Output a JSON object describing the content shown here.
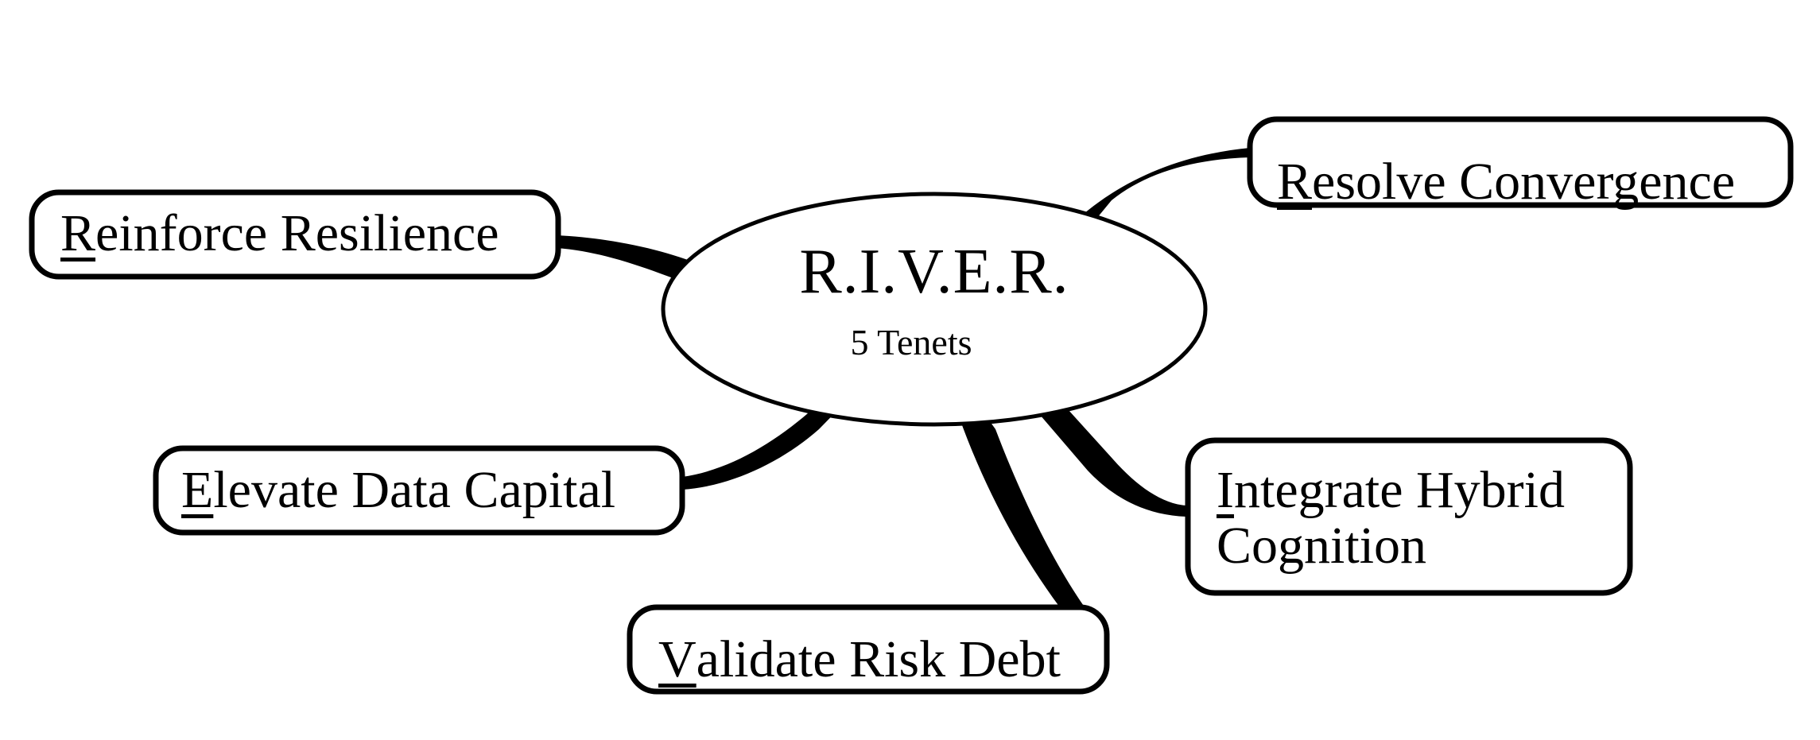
{
  "diagram": {
    "type": "mind-map",
    "title": "R.I.V.E.R. 5 Tenets",
    "background_color": "#ffffff",
    "stroke_color": "#000000",
    "center": {
      "shape": "ellipse",
      "title": "R.I.V.E.R.",
      "subtitle": "5 Tenets"
    },
    "nodes": [
      {
        "id": "reinforce-resilience",
        "shape": "rounded-rectangle",
        "lead": "R",
        "rest": "einforce Resilience",
        "full_label": "Reinforce Resilience",
        "position": "left"
      },
      {
        "id": "resolve-convergence",
        "shape": "rounded-rectangle",
        "lead": "R",
        "rest": "esolve Convergence",
        "full_label": "Resolve Convergence",
        "position": "top-right"
      },
      {
        "id": "elevate-data-capital",
        "shape": "rounded-rectangle",
        "lead": "E",
        "rest": "levate Data Capital",
        "full_label": "Elevate Data Capital",
        "position": "bottom-left"
      },
      {
        "id": "validate-risk-debt",
        "shape": "rounded-rectangle",
        "lead": "V",
        "rest": "alidate Risk Debt",
        "full_label": "Validate Risk Debt",
        "position": "bottom"
      },
      {
        "id": "integrate-hybrid-cognition",
        "shape": "rounded-rectangle",
        "lead": "I",
        "rest": "ntegrate Hybrid",
        "line2": "Cognition",
        "full_label": "Integrate Hybrid Cognition",
        "position": "bottom-right"
      }
    ]
  }
}
